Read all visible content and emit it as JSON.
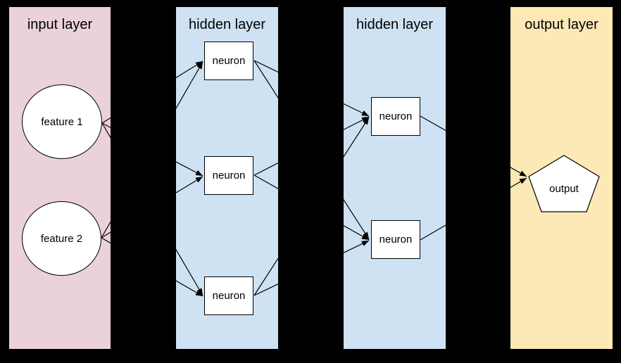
{
  "diagram": {
    "background_color": "#000000",
    "connector_color": "#000000",
    "node_fill_color": "#ffffff",
    "node_border_color": "#000000",
    "layers": {
      "input": {
        "title": "input layer",
        "color": "#ead1dc"
      },
      "hidden1": {
        "title": "hidden layer",
        "color": "#cfe2f3"
      },
      "hidden2": {
        "title": "hidden layer",
        "color": "#cfe2f3"
      },
      "output": {
        "title": "output layer",
        "color": "#fce9b6"
      }
    },
    "nodes": {
      "feature1": {
        "label": "feature 1",
        "shape": "circle",
        "layer": "input"
      },
      "feature2": {
        "label": "feature 2",
        "shape": "circle",
        "layer": "input"
      },
      "h1n1": {
        "label": "neuron",
        "shape": "rectangle",
        "layer": "hidden1"
      },
      "h1n2": {
        "label": "neuron",
        "shape": "rectangle",
        "layer": "hidden1"
      },
      "h1n3": {
        "label": "neuron",
        "shape": "rectangle",
        "layer": "hidden1"
      },
      "h2n1": {
        "label": "neuron",
        "shape": "rectangle",
        "layer": "hidden2"
      },
      "h2n2": {
        "label": "neuron",
        "shape": "rectangle",
        "layer": "hidden2"
      },
      "output": {
        "label": "output",
        "shape": "pentagon",
        "layer": "output"
      }
    },
    "edges": [
      {
        "from": "feature1",
        "to": "h1n1"
      },
      {
        "from": "feature1",
        "to": "h1n2"
      },
      {
        "from": "feature1",
        "to": "h1n3"
      },
      {
        "from": "feature2",
        "to": "h1n1"
      },
      {
        "from": "feature2",
        "to": "h1n2"
      },
      {
        "from": "feature2",
        "to": "h1n3"
      },
      {
        "from": "h1n1",
        "to": "h2n1"
      },
      {
        "from": "h1n1",
        "to": "h2n2"
      },
      {
        "from": "h1n2",
        "to": "h2n1"
      },
      {
        "from": "h1n2",
        "to": "h2n2"
      },
      {
        "from": "h1n3",
        "to": "h2n1"
      },
      {
        "from": "h1n3",
        "to": "h2n2"
      },
      {
        "from": "h2n1",
        "to": "output"
      },
      {
        "from": "h2n2",
        "to": "output"
      }
    ]
  }
}
